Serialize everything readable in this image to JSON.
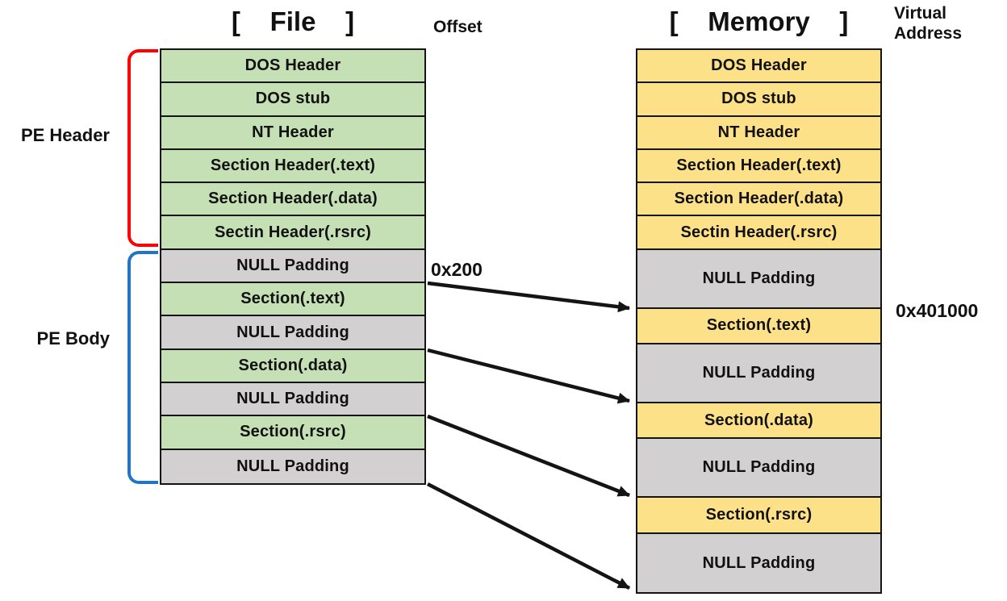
{
  "file_column": {
    "title": "[    File    ]",
    "rows": [
      {
        "label": "DOS Header",
        "kind": "header"
      },
      {
        "label": "DOS stub",
        "kind": "header"
      },
      {
        "label": "NT Header",
        "kind": "header"
      },
      {
        "label": "Section Header(.text)",
        "kind": "header"
      },
      {
        "label": "Section Header(.data)",
        "kind": "header"
      },
      {
        "label": "Sectin Header(.rsrc)",
        "kind": "header"
      },
      {
        "label": "NULL Padding",
        "kind": "padding"
      },
      {
        "label": "Section(.text)",
        "kind": "section"
      },
      {
        "label": "NULL Padding",
        "kind": "padding"
      },
      {
        "label": "Section(.data)",
        "kind": "section"
      },
      {
        "label": "NULL Padding",
        "kind": "padding"
      },
      {
        "label": "Section(.rsrc)",
        "kind": "section"
      },
      {
        "label": "NULL Padding",
        "kind": "padding"
      }
    ]
  },
  "memory_column": {
    "title": "[    Memory    ]",
    "rows": [
      {
        "label": "DOS Header",
        "kind": "header"
      },
      {
        "label": "DOS stub",
        "kind": "header"
      },
      {
        "label": "NT Header",
        "kind": "header"
      },
      {
        "label": "Section Header(.text)",
        "kind": "header"
      },
      {
        "label": "Section Header(.data)",
        "kind": "header"
      },
      {
        "label": "Sectin Header(.rsrc)",
        "kind": "header"
      },
      {
        "label": "NULL Padding",
        "kind": "padding"
      },
      {
        "label": "Section(.text)",
        "kind": "section"
      },
      {
        "label": "NULL Padding",
        "kind": "padding"
      },
      {
        "label": "Section(.data)",
        "kind": "section"
      },
      {
        "label": "NULL Padding",
        "kind": "padding"
      },
      {
        "label": "Section(.rsrc)",
        "kind": "section"
      },
      {
        "label": "NULL Padding",
        "kind": "padding"
      }
    ]
  },
  "labels": {
    "offset": "Offset",
    "virtual_address": "Virtual Address",
    "pe_header": "PE Header",
    "pe_body": "PE Body",
    "file_offset_value": "0x200",
    "virtual_address_value": "0x401000"
  },
  "colors": {
    "file_fill": "#C5E0B4",
    "memory_fill": "#FDE189",
    "padding_fill": "#D2D0D0",
    "pe_header_bracket": "#FF0000",
    "pe_body_bracket": "#2176C4",
    "arrow": "#141414"
  }
}
